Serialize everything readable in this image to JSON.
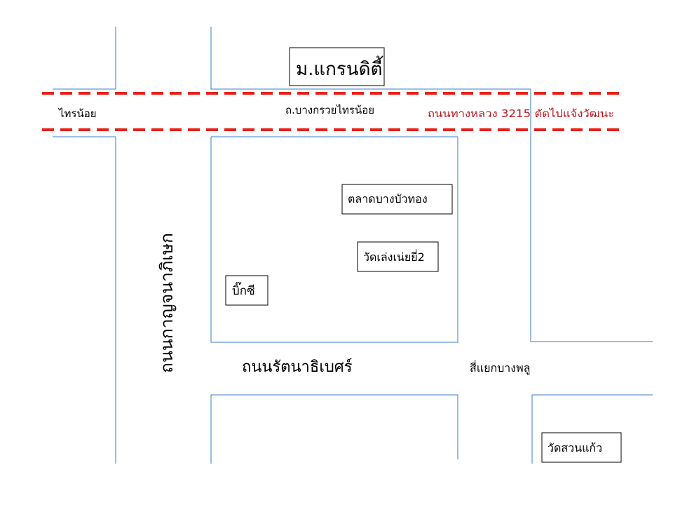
{
  "map": {
    "colors": {
      "road": "#3a7cc4",
      "highway": "#e8201a",
      "highway_label": "#c0161d",
      "box_border": "#000000",
      "background": "#ffffff"
    },
    "places": {
      "grand_city": "ม.แกรนดิตี้",
      "bang_bua_thong_market": "ตลาดบางบัวทอง",
      "wat_le_nei_yi_2": "วัดเล่งเน่ยยี่2",
      "big_c": "บิ๊กซี",
      "wat_suan_kaeo": "วัดสวนแก้ว"
    },
    "roads": {
      "sai_noi": "ไทรน้อย",
      "bang_kruai_sai_noi": "ถ.บางกรวยไทรน้อย",
      "highway_3215": "ถนนทางหลวง 3215 ตัดไปแจ้งวัฒนะ",
      "kanchanaphisek": "ถนนกาญจนาภิเษก",
      "rattanathibet": "ถนนรัตนาธิเบศร์",
      "bang_phlu_junction": "สี่แยกบางพลู"
    }
  }
}
